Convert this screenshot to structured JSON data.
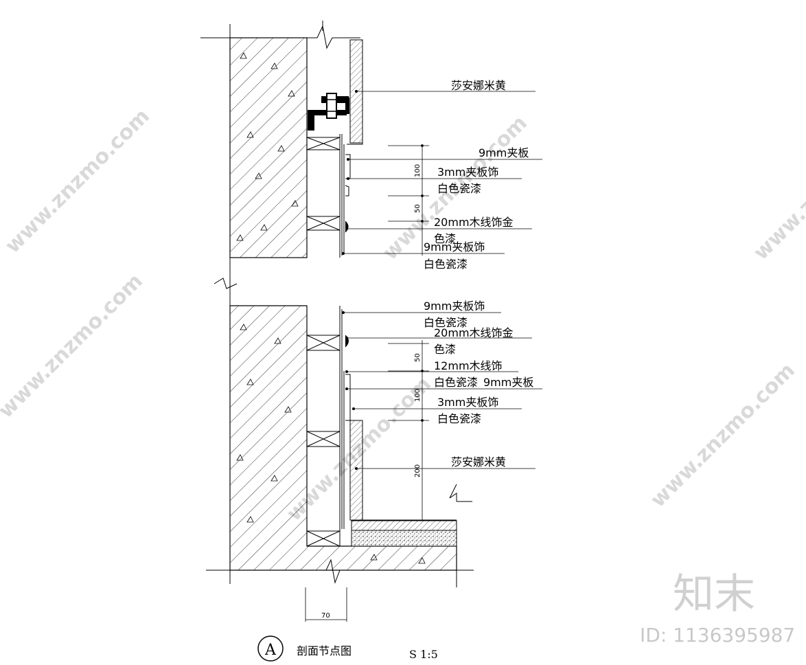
{
  "labels": {
    "top_stone": "莎安娜米黄",
    "top_9mm": "9mm夹板",
    "top_3mm_a": "3mm夹板饰",
    "top_3mm_b": "白色瓷漆",
    "top_20mm_a": "20mm木线饰金",
    "top_20mm_b": "色漆",
    "top_9mmfin_a": "9mm夹板饰",
    "top_9mmfin_b": "白色瓷漆",
    "bot_9mmfin_a": "9mm夹板饰",
    "bot_9mmfin_b": "白色瓷漆",
    "bot_20mm_a": "20mm木线饰金",
    "bot_20mm_b": "色漆",
    "bot_12mm_a": "12mm木线饰",
    "bot_12mm_b": "白色瓷漆",
    "bot_9mm": "9mm夹板",
    "bot_3mm_a": "3mm夹板饰",
    "bot_3mm_b": "白色瓷漆",
    "bot_stone": "莎安娜米黄"
  },
  "dimensions": {
    "top_100": "100",
    "top_50": "50",
    "bot_50": "50",
    "bot_100": "100",
    "bot_200": "200",
    "width_70": "70"
  },
  "title": {
    "symbol": "A",
    "name": "剖面节点图",
    "scale": "S 1:5"
  },
  "watermark": {
    "site": "www.znzmo.com",
    "brand": "知末",
    "id": "ID: 1136395987"
  }
}
